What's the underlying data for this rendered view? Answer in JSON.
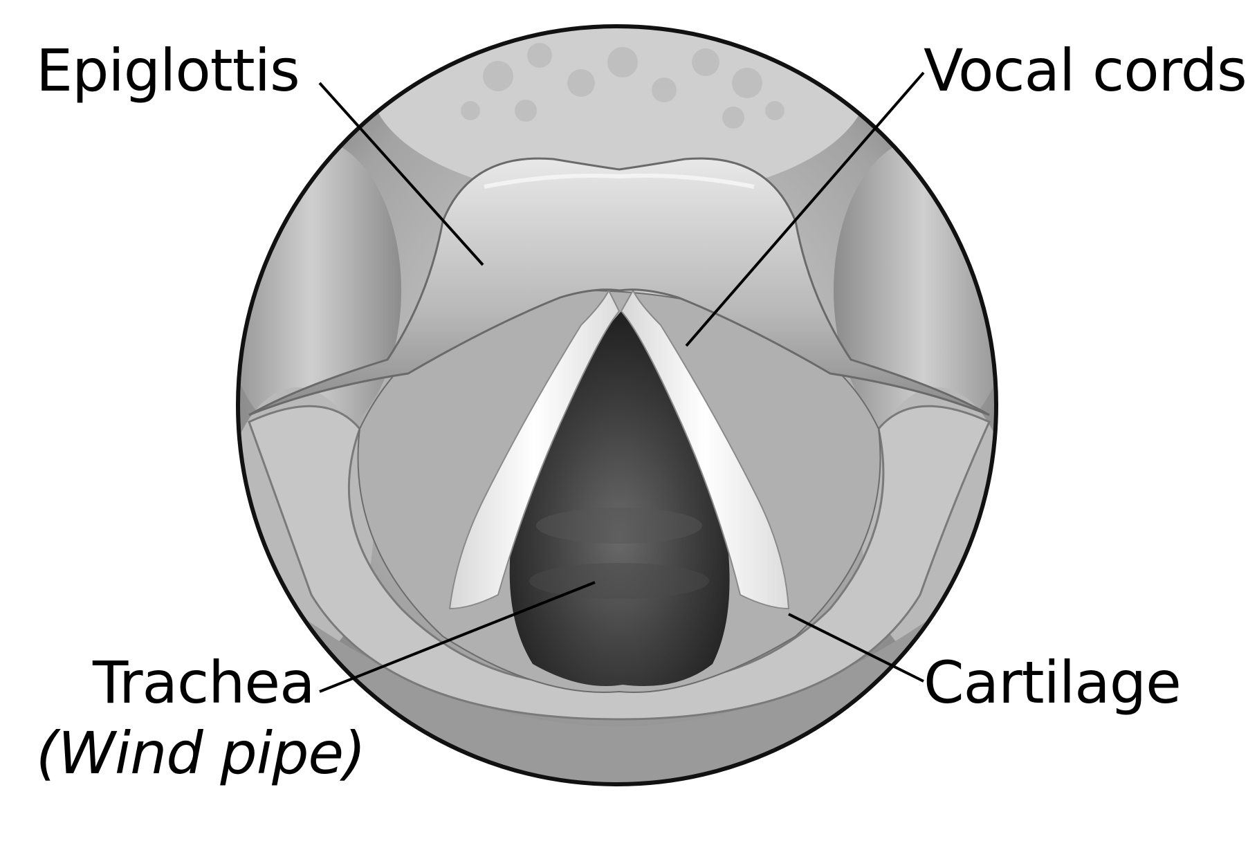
{
  "labels": {
    "epiglottis": "Epiglottis",
    "vocal_cords": "Vocal cords",
    "trachea": "Trachea",
    "wind_pipe": "(Wind pipe)",
    "cartilage": "Cartilage"
  },
  "colors": {
    "outline": "#111111",
    "tissue_light": "#e6e6e6",
    "tissue_mid": "#a9a9a9",
    "tissue_dark": "#5a5a5a",
    "airway_dark": "#2f2f2f",
    "cords": "#f4f4f4",
    "leader_line": "#000000"
  }
}
